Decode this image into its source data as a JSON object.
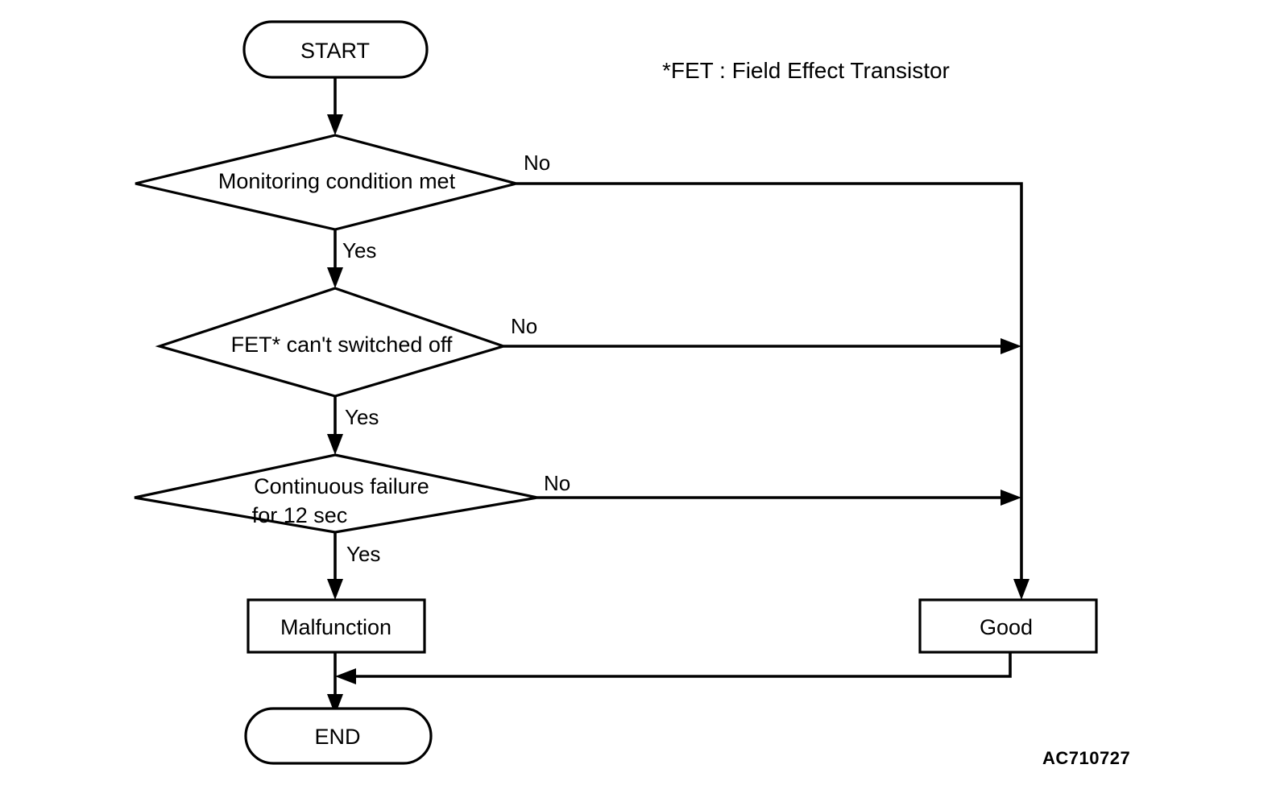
{
  "diagram": {
    "type": "flowchart",
    "title": "FET monitoring diagnostic flowchart",
    "note": "*FET : Field Effect Transistor",
    "reference_code": "AC710727",
    "colors": {
      "background": "#ffffff",
      "stroke": "#000000",
      "text": "#000000"
    },
    "nodes": {
      "start": {
        "label": "START",
        "shape": "terminator"
      },
      "decision1": {
        "label": "Monitoring condition met",
        "shape": "decision"
      },
      "decision2": {
        "label": "FET* can't switched off",
        "shape": "decision"
      },
      "decision3_line1": "Continuous failure",
      "decision3_line2": "for 12 sec",
      "malfunction": {
        "label": "Malfunction",
        "shape": "process"
      },
      "good": {
        "label": "Good",
        "shape": "process"
      },
      "end": {
        "label": "END",
        "shape": "terminator"
      }
    },
    "edges": {
      "yes1": "Yes",
      "yes2": "Yes",
      "yes3": "Yes",
      "no1": "No",
      "no2": "No",
      "no3": "No"
    }
  }
}
